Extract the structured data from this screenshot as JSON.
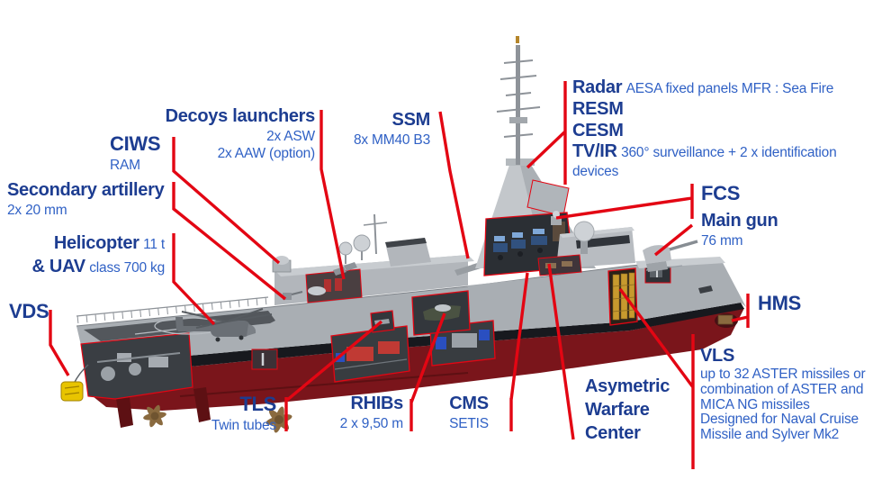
{
  "colors": {
    "heading_blue": "#1d3d91",
    "desc_blue": "#3061c5",
    "leader_red": "#e30613",
    "hull_gray": "#a9aeb3",
    "superstructure_gray": "#c3c7cb",
    "deck_gray": "#53575c",
    "boot_black": "#17191e",
    "hull_red": "#7a151b",
    "hull_red_dark": "#5d1013",
    "vds_yellow": "#e8c400",
    "vls_gold": "#c79a2e",
    "engine_red": "#c03a34",
    "engine_blue": "#2a4fc0",
    "propeller_bronze": "#8a6a3f"
  },
  "labels": {
    "radar": {
      "term": "Radar",
      "desc": "AESA fixed panels MFR : Sea Fire"
    },
    "resm": {
      "term": "RESM"
    },
    "cesm": {
      "term": "CESM"
    },
    "tv_ir": {
      "term": "TV/IR",
      "desc": "360° surveillance + 2 x identification devices"
    },
    "decoys": {
      "term": "Decoys launchers",
      "lines": [
        "2x ASW",
        "2x AAW (option)"
      ]
    },
    "ciws": {
      "term": "CIWS",
      "desc": "RAM"
    },
    "secondary_artillery": {
      "term": "Secondary artillery",
      "desc": "2x 20 mm"
    },
    "helicopter": {
      "term": "Helicopter",
      "desc": "11 t",
      "term2": "& UAV",
      "desc2": "class 700 kg"
    },
    "vds": {
      "term": "VDS"
    },
    "ssm": {
      "term": "SSM",
      "desc": "8x MM40 B3"
    },
    "fcs": {
      "term": "FCS"
    },
    "main_gun": {
      "term": "Main gun",
      "desc": "76 mm"
    },
    "hms": {
      "term": "HMS"
    },
    "tls": {
      "term": "TLS",
      "desc": "Twin tubes"
    },
    "rhibs": {
      "term": "RHIBs",
      "desc": "2 x 9,50 m"
    },
    "cms": {
      "term": "CMS",
      "desc": "SETIS"
    },
    "awc": {
      "lines": [
        "Asymetric",
        "Warfare",
        "Center"
      ]
    },
    "vls": {
      "term": "VLS",
      "lines": [
        "up to 32 ASTER missiles or",
        "combination of ASTER and",
        "MICA NG missiles",
        "Designed for Naval Cruise",
        "Missile and Sylver Mk2"
      ]
    }
  }
}
